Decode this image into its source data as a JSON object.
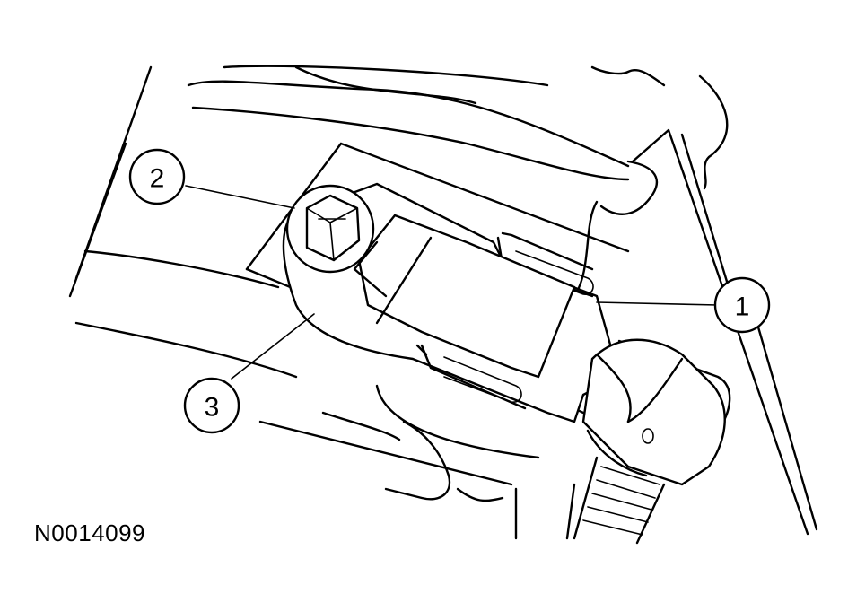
{
  "figure": {
    "reference_code": "N0014099"
  },
  "callouts": [
    {
      "label": "1"
    },
    {
      "label": "2"
    },
    {
      "label": "3"
    }
  ]
}
